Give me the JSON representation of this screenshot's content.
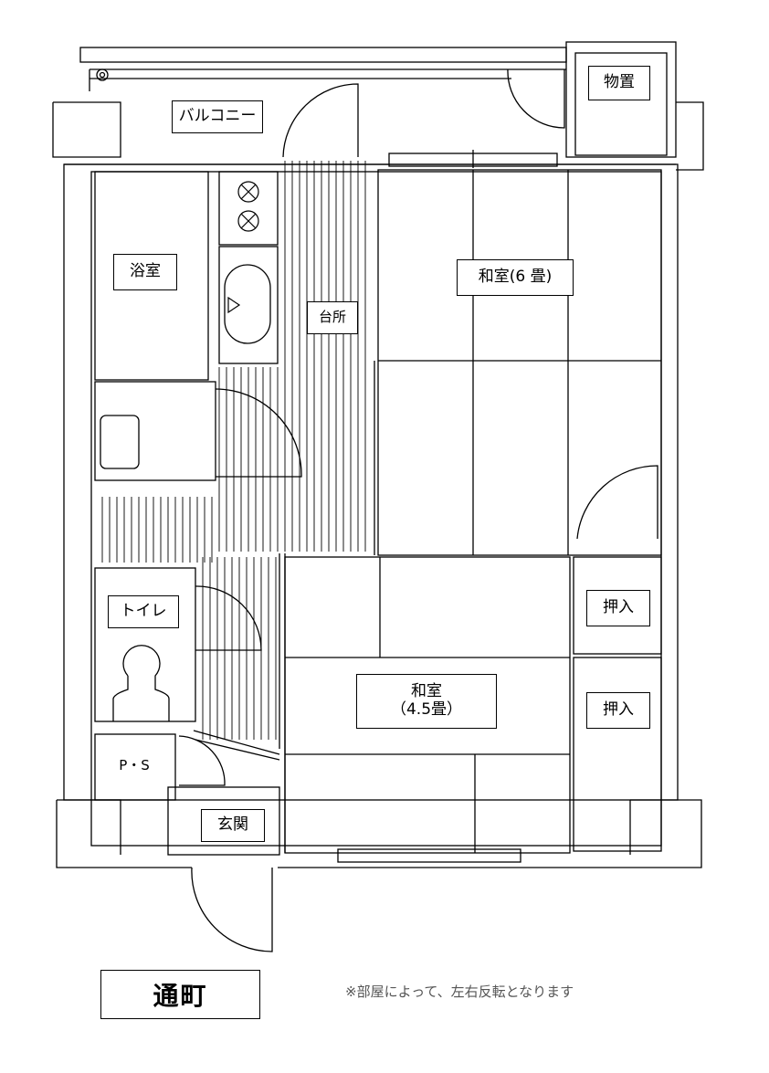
{
  "rooms": {
    "balcony": "バルコニー",
    "storage": "物置",
    "bathroom": "浴室",
    "kitchen": "台所",
    "washitsu6_title": "和室(6 畳)",
    "toilet": "トイレ",
    "washitsu45_line1": "和室",
    "washitsu45_line2": "（4.5畳）",
    "oshiire_top": "押入",
    "oshiire_bottom": "押入",
    "ps": "P・S",
    "entrance": "玄関"
  },
  "building_name": "通町",
  "note": "※部屋によって、左右反転となります",
  "colors": {
    "line": "#000000",
    "background": "#ffffff",
    "note": "#555555"
  }
}
